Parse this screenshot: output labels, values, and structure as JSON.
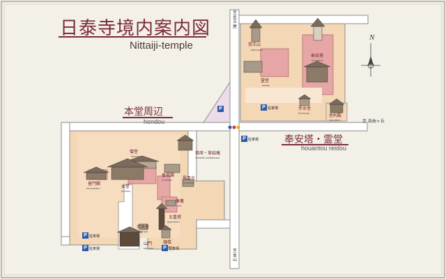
{
  "title": "日泰寺境内案内図",
  "subtitle": "Nittaiji-temple",
  "areas": {
    "hondou": {
      "label": "本堂周辺",
      "roman": "hondou"
    },
    "hoantou": {
      "label": "奉安塔・霊堂",
      "roman": "houantou  reidou"
    }
  },
  "buildings": [
    {
      "name": "覚王山",
      "roman": "kakuozan"
    },
    {
      "name": "奉安塔",
      "roman": "houantou"
    },
    {
      "name": "霊堂",
      "roman": "reidou"
    },
    {
      "name": "手水舎",
      "roman": "temizuya"
    },
    {
      "name": "舎利殿",
      "roman": "sharidem"
    },
    {
      "name": "僧堂",
      "roman": "soudou"
    },
    {
      "name": "茶席・草結庵",
      "roman": "chaseki  soukatsuan"
    },
    {
      "name": "香鳳閣",
      "roman": "houkaku"
    },
    {
      "name": "鳳凰台",
      "roman": "hououdai"
    },
    {
      "name": "普門閣",
      "roman": "fumonkaku"
    },
    {
      "name": "本堂",
      "roman": "hondou"
    },
    {
      "name": "庫裏",
      "roman": "kuri"
    },
    {
      "name": "五重塔",
      "roman": "gojunotou"
    },
    {
      "name": "手水舎",
      "roman": "temizuya"
    },
    {
      "name": "山門",
      "roman": "sanmon"
    },
    {
      "name": "鐘楼",
      "roman": "shourou"
    }
  ],
  "parking": {
    "label": "駐車場"
  },
  "directions": {
    "north_road": "至 名古屋",
    "east_road": "至 自由ヶ丘",
    "south_road": "至 本山"
  },
  "compass": {
    "north": "N"
  }
}
